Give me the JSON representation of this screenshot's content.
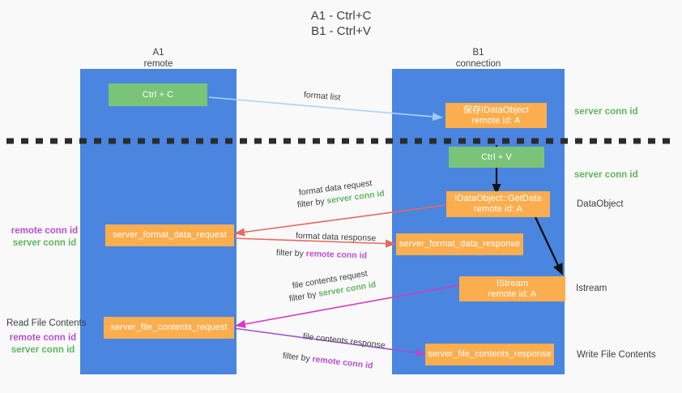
{
  "title": {
    "line1": "A1 - Ctrl+C",
    "line2": "B1 - Ctrl+V"
  },
  "columns": [
    {
      "name": "A1",
      "sub": "remote"
    },
    {
      "name": "B1",
      "sub": "connection"
    }
  ],
  "boxes": {
    "ctrl_c": "Ctrl + C",
    "ctrl_v": "Ctrl + V",
    "idataobject_line1": "保存IDataObject",
    "idataobject_line2": "remote id: A",
    "getdata_line1": "IDataObject::GetData",
    "getdata_line2": "remote id: A",
    "istream_line1": "IStream",
    "istream_line2": "remote id: A",
    "server_format_data_request": "server_format_data_request",
    "server_format_data_response": "server_format_data_response",
    "server_file_contents_request": "server_file_contents_request",
    "server_file_contents_response": "server_file_contents_response"
  },
  "arrow_labels": {
    "format_list": "format list",
    "format_data_request": "format data request",
    "format_data_request_filter_prefix": "filter by ",
    "format_data_request_filter_value": "server conn id",
    "format_data_response": "format data response",
    "format_data_response_filter_prefix": "filter by ",
    "format_data_response_filter_value": "remote conn id",
    "file_contents_request": "file contents request",
    "file_contents_request_filter_prefix": "filter by ",
    "file_contents_request_filter_value": "server conn id",
    "file_contents_response": "file contents response",
    "file_contents_response_filter_prefix": "filter by ",
    "file_contents_response_filter_value": "remote conn id"
  },
  "right_labels": {
    "server_conn_id_top": "server conn id",
    "server_conn_id_mid": "server conn id",
    "dataobject": "DataObject",
    "istream": "Istream",
    "write_file_contents": "Write File Contents"
  },
  "left_labels": {
    "remote_conn_id_1": "remote conn id",
    "server_conn_id_1": "server conn id",
    "read_file_contents": "Read File Contents",
    "remote_conn_id_2": "remote conn id",
    "server_conn_id_2": "server conn id"
  },
  "colors": {
    "lane_blue": "#4a86df",
    "box_green": "#79c479",
    "box_orange": "#fcad4d",
    "accent_green_text": "#5fb55f",
    "accent_purple_text": "#b94fcf",
    "arrow_lightblue": "#aad4f5",
    "arrow_red": "#e8685f",
    "arrow_magenta": "#d938c0",
    "arrow_purple": "#a74fd0",
    "arrow_black": "#111111",
    "background": "#f9f9f9"
  }
}
